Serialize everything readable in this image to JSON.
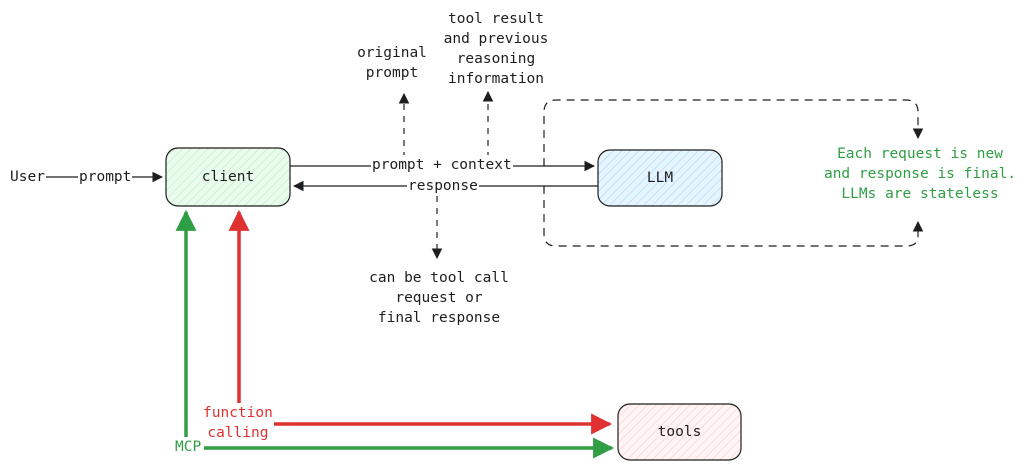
{
  "nodes": {
    "user": "User",
    "client": "client",
    "llm": "LLM",
    "tools": "tools"
  },
  "edges": {
    "user_to_client": "prompt",
    "client_to_llm": "prompt + context",
    "llm_to_client": "response",
    "mcp": "MCP",
    "function_calling": "function\ncalling"
  },
  "annotations": {
    "original_prompt": "original\nprompt",
    "tool_result": "tool result\nand previous\nreasoning\ninformation",
    "response_kind": "can be tool call\nrequest or\nfinal response",
    "stateless_note": "Each request is new\nand response is final.\nLLMs are stateless"
  },
  "colors": {
    "stroke": "#1e1e1e",
    "green": "#2f9e44",
    "red": "#e03131",
    "client_fill": "#ebfbee",
    "llm_fill": "#e7f5ff",
    "tools_fill": "#fff5f5"
  }
}
